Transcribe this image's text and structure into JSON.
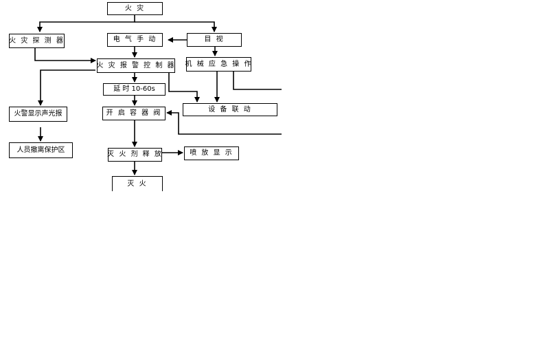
{
  "nodes": {
    "fire": "火 灾",
    "detector": "火 灾 探 测 器",
    "electric_manual": "电 气 手 动",
    "visual": "目 视",
    "controller": "火 灾 报 警 控 制 器",
    "mechanical": "机 械 应 急 操 作",
    "delay": "延 时 10-60s",
    "alarm_display": "火警显示声光报",
    "open_valve": "开 启 容 器 阀",
    "linkage": "设 备 联 动",
    "evacuate": "人员撤离保护区",
    "release": "灭 火 剂 释 放",
    "spray_display": "喷 放 显 示",
    "extinguish": "灭  火"
  },
  "colors": {
    "line": "#000000",
    "background": "#ffffff"
  }
}
